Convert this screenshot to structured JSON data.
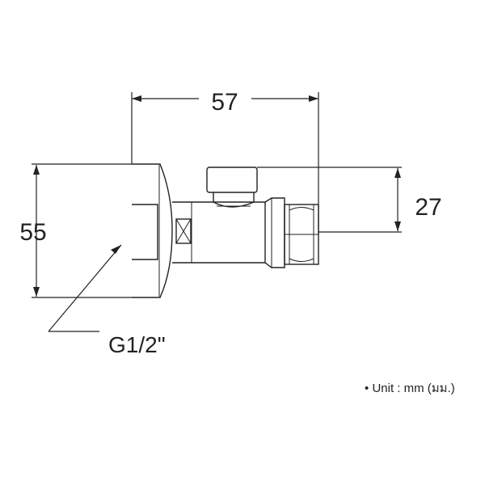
{
  "dimensions": {
    "width_label": "57",
    "height_label": "55",
    "outlet_label": "27"
  },
  "thread_label": "G1/2\"",
  "unit_note": {
    "bullet": "•",
    "text": "Unit : mm (มม.)"
  },
  "colors": {
    "line": "#222222",
    "background": "#ffffff"
  }
}
